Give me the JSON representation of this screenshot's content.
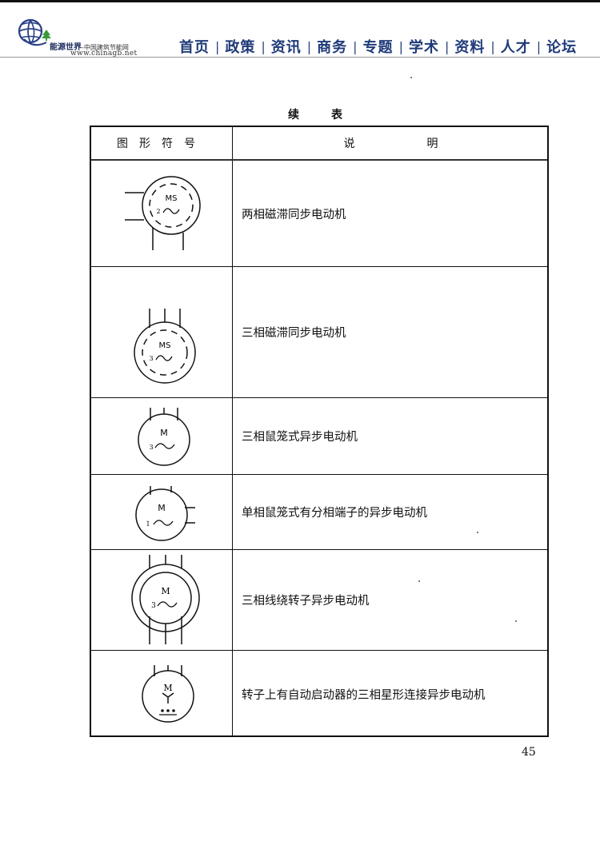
{
  "header": {
    "logo": {
      "icon": "globe-icon",
      "name": "能源世界",
      "subtitle": "-中国建筑节能网",
      "url": "www.chinagb.net"
    },
    "nav": [
      {
        "label": "首页"
      },
      {
        "label": "政策"
      },
      {
        "label": "资讯"
      },
      {
        "label": "商务"
      },
      {
        "label": "专题"
      },
      {
        "label": "学术"
      },
      {
        "label": "资料"
      },
      {
        "label": "人才"
      },
      {
        "label": "论坛"
      }
    ],
    "nav_separator": "|",
    "colors": {
      "nav": "#1f3a78",
      "logo_text": "#1a2a5a",
      "logo_leaf": "#3a9a3a"
    }
  },
  "document": {
    "title": "续表",
    "table": {
      "columns": [
        "图形符号",
        "说明"
      ],
      "rows": [
        {
          "symbol": {
            "type": "motor-dashed",
            "label": "MS",
            "phase": "2",
            "waveform": "~"
          },
          "description": "两相磁滞同步电动机"
        },
        {
          "symbol": {
            "type": "motor-dashed",
            "label": "MS",
            "phase": "3",
            "waveform": "~"
          },
          "description": "三相磁滞同步电动机"
        },
        {
          "symbol": {
            "type": "motor",
            "label": "M",
            "phase": "3",
            "waveform": "~"
          },
          "description": "三相鼠笼式异步电动机"
        },
        {
          "symbol": {
            "type": "motor",
            "label": "M",
            "phase": "1",
            "waveform": "~"
          },
          "description": "单相鼠笼式有分相端子的异步电动机"
        },
        {
          "symbol": {
            "type": "motor-double-ring",
            "label": "M",
            "phase": "3",
            "waveform": "~"
          },
          "description": "三相线绕转子异步电动机"
        },
        {
          "symbol": {
            "type": "motor-star",
            "label": "M",
            "phase": "Y",
            "waveform": "•••"
          },
          "description": "转子上有自动启动器的三相星形连接异步电动机"
        }
      ]
    },
    "page_number": "45"
  }
}
